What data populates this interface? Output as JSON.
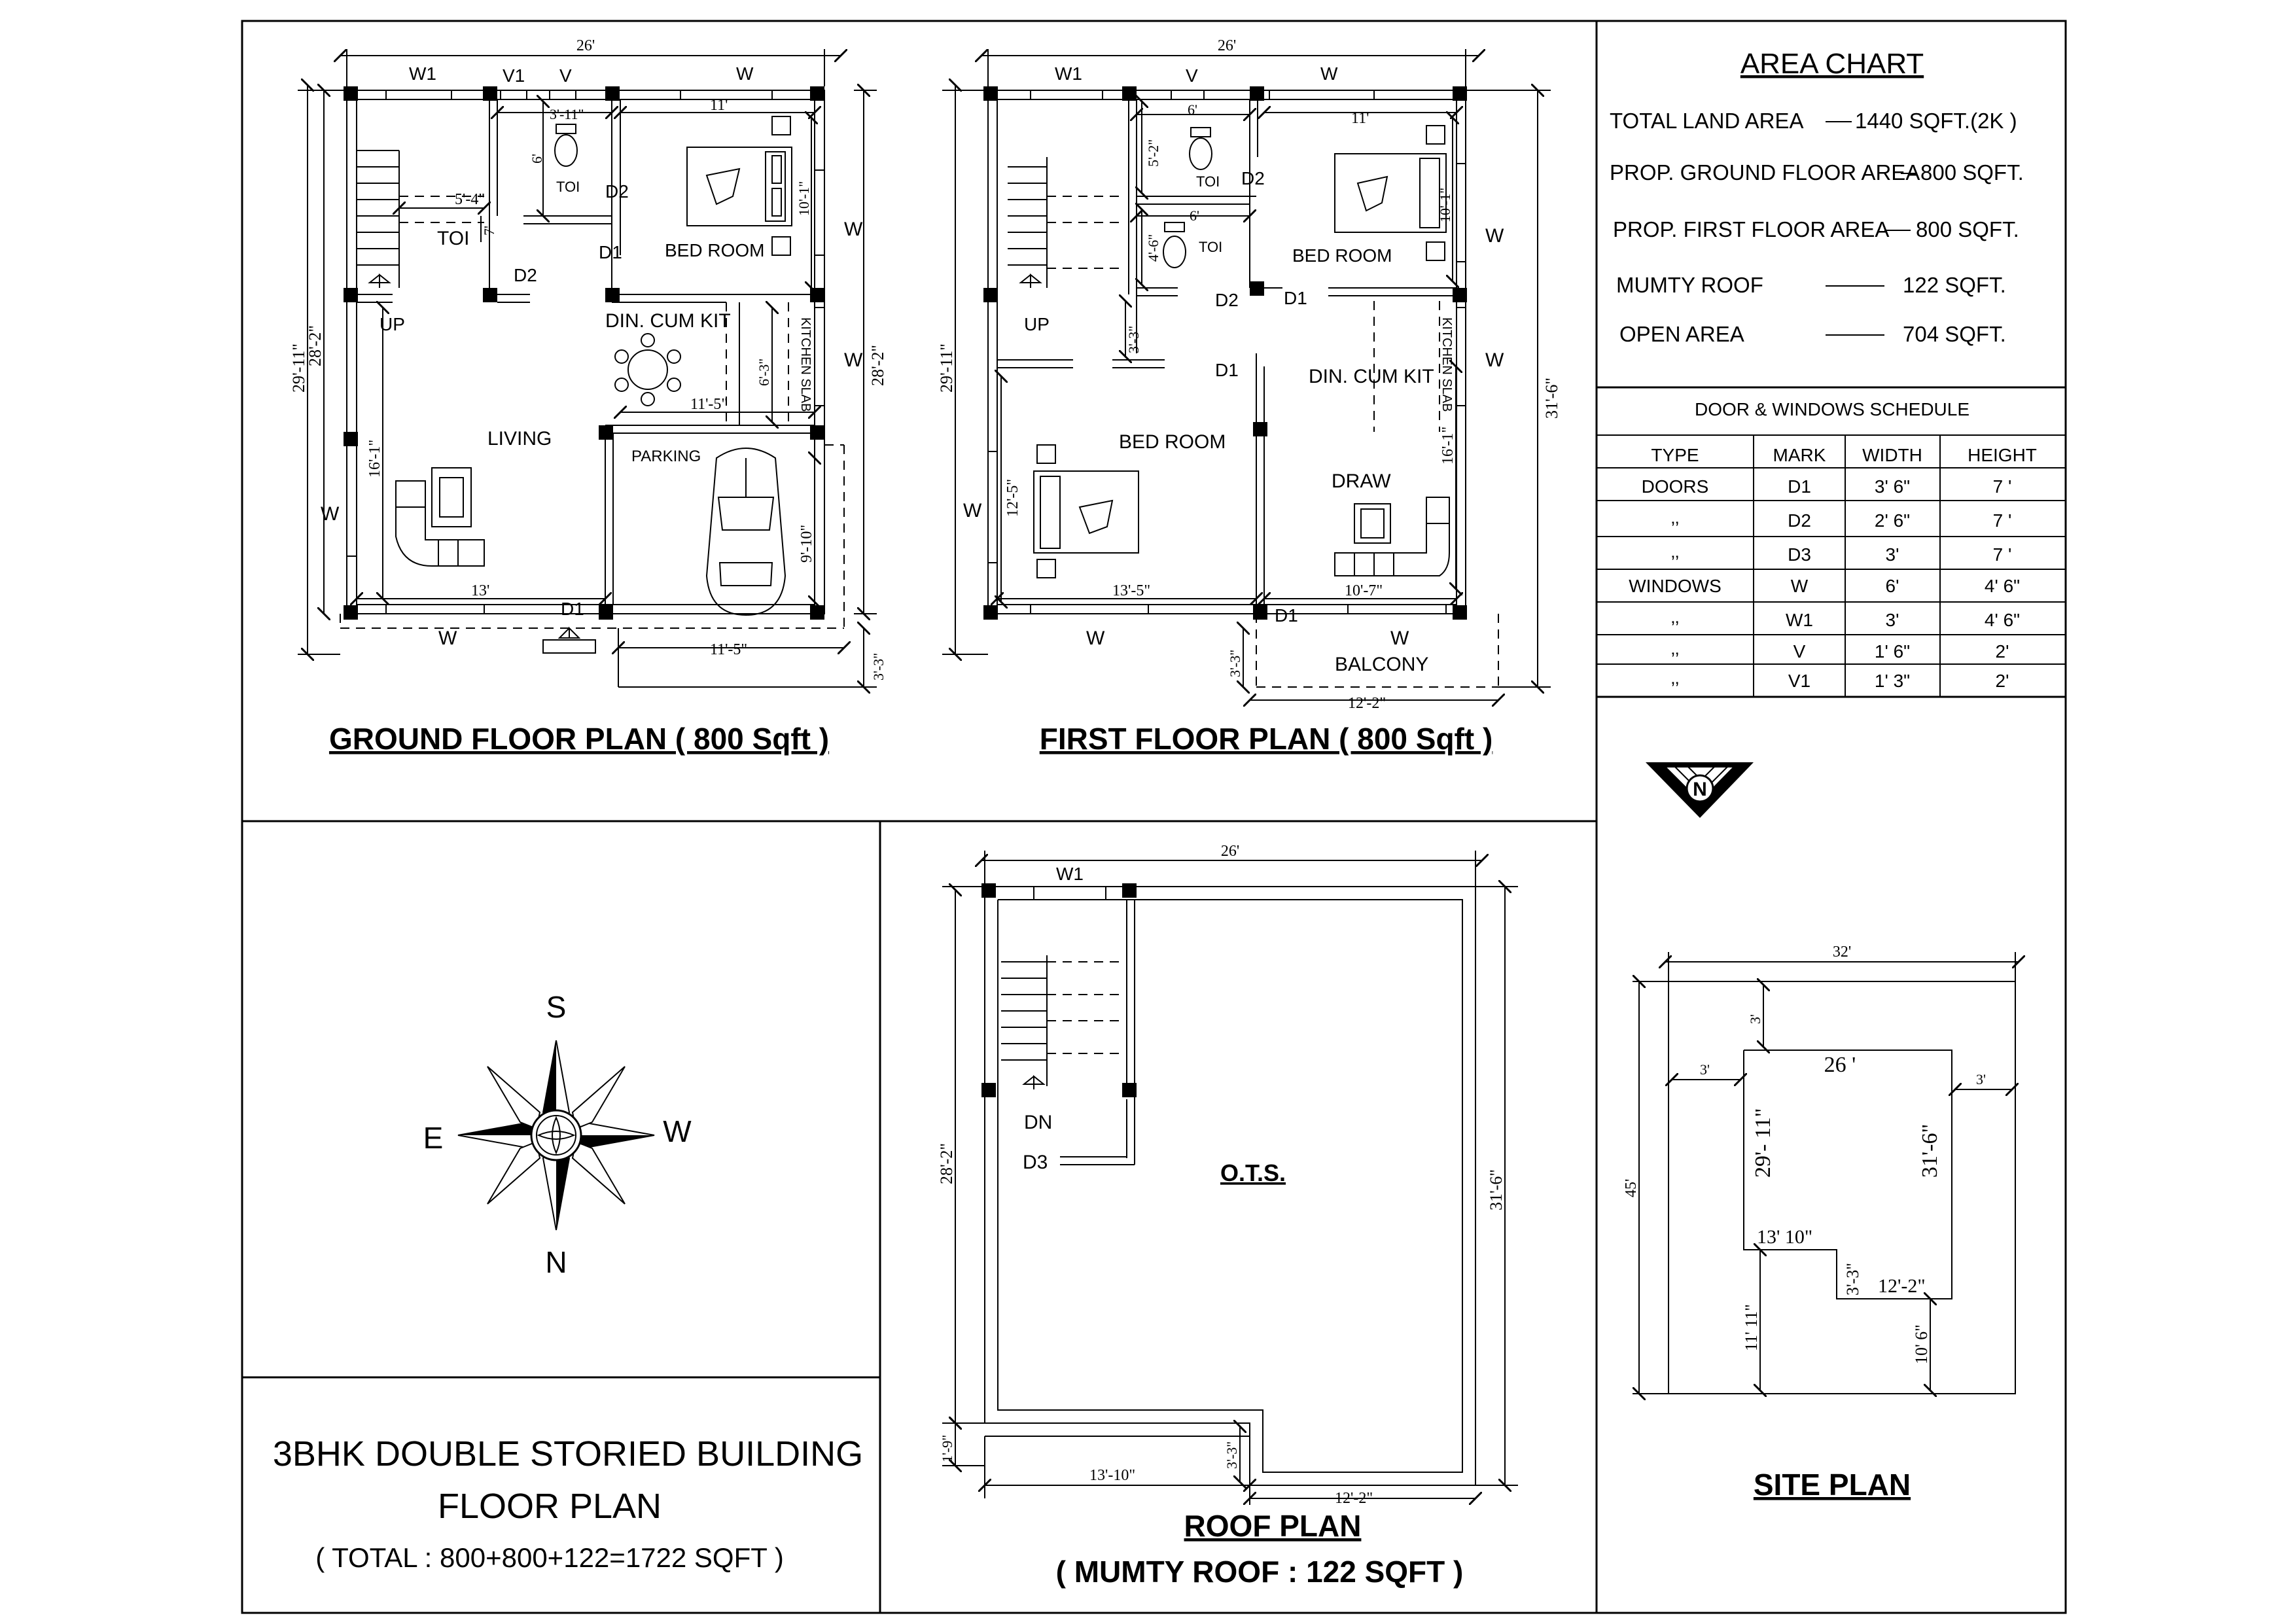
{
  "ground_floor": {
    "title": "GROUND FLOOR PLAN ( 800 Sqft )",
    "dim_top": "26'",
    "dim_left_outer": "29'-11\"",
    "dim_left_inner": "28'-2\"",
    "dim_right": "28'-2\"",
    "dim_bottom_right": "3'-3\"",
    "dim_parking_w": "11'-5\"",
    "labels": {
      "w1": "W1",
      "v1": "V1",
      "v": "V",
      "w_top": "W",
      "toi_w": "3'-11\"",
      "toi_h": "6'",
      "toi1": "TOI",
      "toi2": "TOI",
      "d2a": "D2",
      "d2b": "D2",
      "d1a": "D1",
      "d1b": "D1",
      "stair_w": "5'-4\"",
      "stair_h": "7'",
      "bed_w": "11'",
      "bed_h": "10'-1\"",
      "bed": "BED ROOM",
      "w_right1": "W",
      "w_right2": "W",
      "up": "UP",
      "din": "DIN. CUM KIT",
      "din_h": "6'-3\"",
      "din_w": "11'-5\"",
      "kslab": "KITCHEN SLAB",
      "living": "LIVING",
      "living_h": "16'-1\"",
      "living_w": "13'",
      "w_left": "W",
      "parking": "PARKING",
      "parking_h": "9'-10\"",
      "w_bottom": "W"
    }
  },
  "first_floor": {
    "title": "FIRST FLOOR PLAN ( 800 Sqft )",
    "dim_top": "26'",
    "dim_left": "29'-11\"",
    "dim_right": "31'-6\"",
    "dim_bottom": "12'-2\"",
    "labels": {
      "w1": "W1",
      "v": "V",
      "w_top": "W",
      "toi1_w": "6'",
      "toi1_h": "5'-2\"",
      "toi1": "TOI",
      "toi2_w": "6'",
      "toi2_h": "4'-6\"",
      "toi2": "TOI",
      "d2a": "D2",
      "d2b": "D2",
      "d1a": "D1",
      "d1b": "D1",
      "d1c": "D1",
      "bed1_w": "11'",
      "bed1_h": "10'-1\"",
      "bed1": "BED ROOM",
      "w_r1": "W",
      "w_r2": "W",
      "up": "UP",
      "stair_h": "3'-3\"",
      "din": "DIN. CUM KIT",
      "kslab": "KITCHEN SLAB",
      "bed2": "BED ROOM",
      "bed2_h": "12'-5\"",
      "bed2_w": "13'-5\"",
      "draw": "DRAW",
      "draw_h": "16'-1\"",
      "draw_w": "10'-7\"",
      "w_left": "W",
      "w_bottom": "W",
      "w_balc": "W",
      "balcony": "BALCONY",
      "balc_h": "3'-3\""
    }
  },
  "area_chart": {
    "title": "AREA CHART",
    "rows": [
      {
        "label": "TOTAL LAND AREA",
        "value": "1440 SQFT.(2K )"
      },
      {
        "label": "PROP. GROUND FLOOR AREA",
        "value": "800 SQFT."
      },
      {
        "label": "PROP. FIRST  FLOOR AREA",
        "value": "800 SQFT."
      },
      {
        "label": "MUMTY ROOF",
        "value": "122 SQFT."
      },
      {
        "label": "OPEN AREA",
        "value": "704 SQFT."
      }
    ]
  },
  "schedule": {
    "title": "DOOR & WINDOWS SCHEDULE",
    "headers": [
      "TYPE",
      "MARK",
      "WIDTH",
      "HEIGHT"
    ],
    "rows": [
      [
        "DOORS",
        "D1",
        "3' 6\"",
        "7 '"
      ],
      [
        "‚‚",
        "D2",
        "2' 6\"",
        "7 '"
      ],
      [
        "‚‚",
        "D3",
        "3'",
        "7 '"
      ],
      [
        "WINDOWS",
        "W",
        "6'",
        "4' 6\""
      ],
      [
        "‚‚",
        "W1",
        "3'",
        "4' 6\""
      ],
      [
        "‚‚",
        "V",
        "1' 6\"",
        "2'"
      ],
      [
        "‚‚",
        "V1",
        "1' 3\"",
        "2'"
      ]
    ]
  },
  "north_symbol": {
    "letter": "N"
  },
  "compass": {
    "s": "S",
    "n": "N",
    "e": "E",
    "w": "W"
  },
  "title_block": {
    "line1": "3BHK DOUBLE STORIED BUILDING",
    "line2": "FLOOR PLAN",
    "line3": "( TOTAL : 800+800+122=1722 SQFT )"
  },
  "roof_plan": {
    "title": "ROOF PLAN",
    "subtitle": "( MUMTY ROOF : 122 SQFT )",
    "dim_top": "26'",
    "dim_left": "28'-2\"",
    "dim_right": "31'-6\"",
    "dim_left_small": "1'-9\"",
    "dim_bottom_left": "13'-10\"",
    "dim_bottom_right": "12'-2\"",
    "dim_step": "3'-3\"",
    "labels": {
      "w1": "W1",
      "dn": "DN",
      "d3": "D3",
      "ots": "O.T.S."
    }
  },
  "site_plan": {
    "title": "SITE PLAN",
    "dim_top": "32'",
    "dim_left": "45'",
    "labels": {
      "top_gap": "3'",
      "left_gap": "3'",
      "right_gap": "3'",
      "bldg_w": "26 '",
      "bldg_h_left": "29'- 11\"",
      "bldg_h_right": "31'-6\"",
      "step_w": "13' 10\"",
      "step_h": "3'-3\"",
      "step_w2": "12'-2\"",
      "front_left": "11' 11\"",
      "front_right": "10' 6\""
    }
  }
}
